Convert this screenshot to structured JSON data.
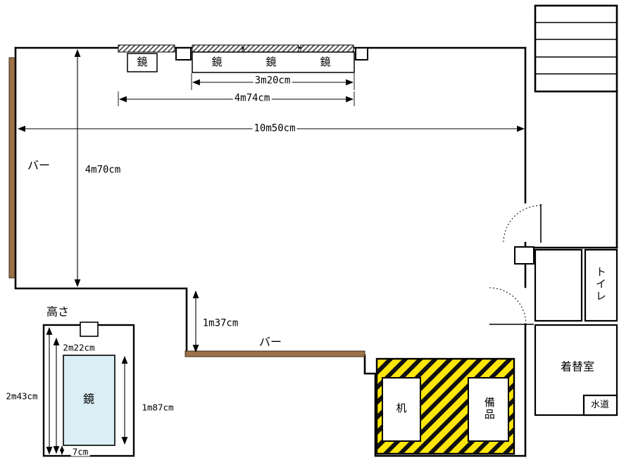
{
  "studio": {
    "barre_left_label": "バー",
    "barre_bottom_label": "バー",
    "mirror_labels": [
      "鏡",
      "鏡",
      "鏡",
      "鏡"
    ],
    "dim_mirror_group": "3m20cm",
    "dim_mirror_total": "4m74cm",
    "dim_room_width": "10m50cm",
    "dim_room_depth": "4m70cm",
    "dim_step": "1m37cm"
  },
  "storage": {
    "desk_label": "机",
    "equipment_label": "備品"
  },
  "rooms": {
    "toilet_label": "トイレ",
    "changing_room_label": "着替室",
    "water_label": "水道"
  },
  "mirror_detail": {
    "title": "高さ",
    "mirror_label": "鏡",
    "dim_total_height": "2m43cm",
    "dim_upper_height": "2m22cm",
    "dim_mirror_height": "1m87cm",
    "dim_bottom_gap": "7cm"
  },
  "colors": {
    "wall": "#000000",
    "barre": "#9d7149",
    "mirror_glass": "#d9eef5",
    "hazard_yellow": "#ffe60a"
  }
}
